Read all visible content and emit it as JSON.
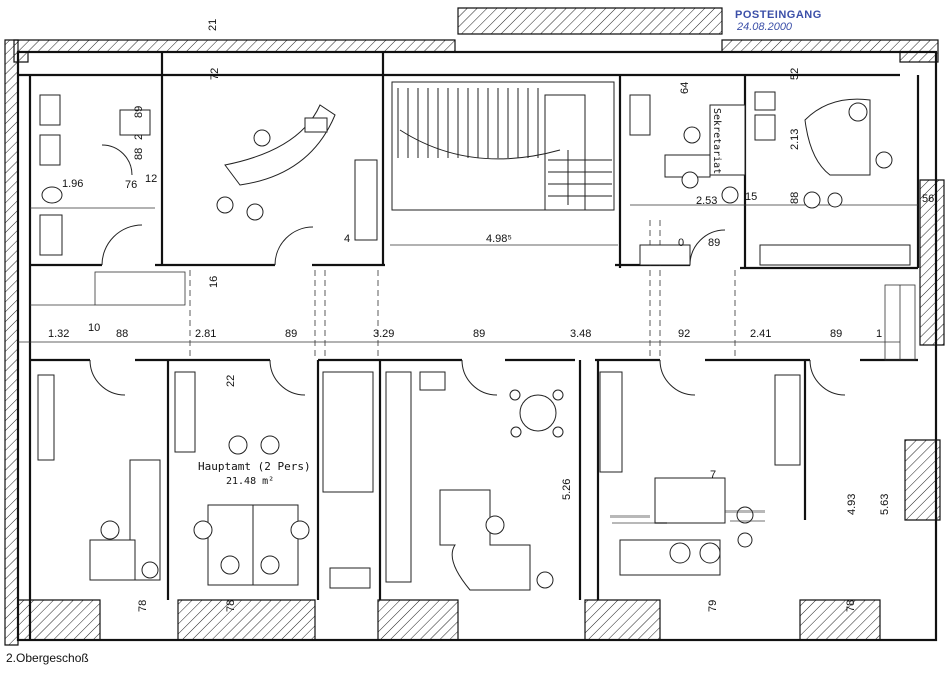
{
  "caption": "2.Obergeschoß",
  "stamp": {
    "title": "POSTEINGANG",
    "date": "24.08.2000"
  },
  "rooms": {
    "main_office_label": "Hauptamt (2 Pers)",
    "main_office_area": "21.48 m²",
    "secretariat_label": "Sekretariat"
  },
  "dimensions": {
    "corridor_row": [
      "1.32",
      "10",
      "88",
      "2.81",
      "89",
      "3.29",
      "89",
      "3.48",
      "92",
      "2.41",
      "89",
      "1"
    ],
    "upper": [
      "21",
      "72",
      "89",
      "2",
      "88",
      "1.96",
      "76",
      "12",
      "4",
      "4.98⁵",
      "16",
      "64",
      "52",
      "2.13",
      "2.53",
      "15",
      "88",
      "89",
      "56",
      "0"
    ],
    "lower": [
      "22",
      "5.26",
      "4.93",
      "5.63",
      "78",
      "78",
      "79",
      "78",
      "7"
    ]
  }
}
